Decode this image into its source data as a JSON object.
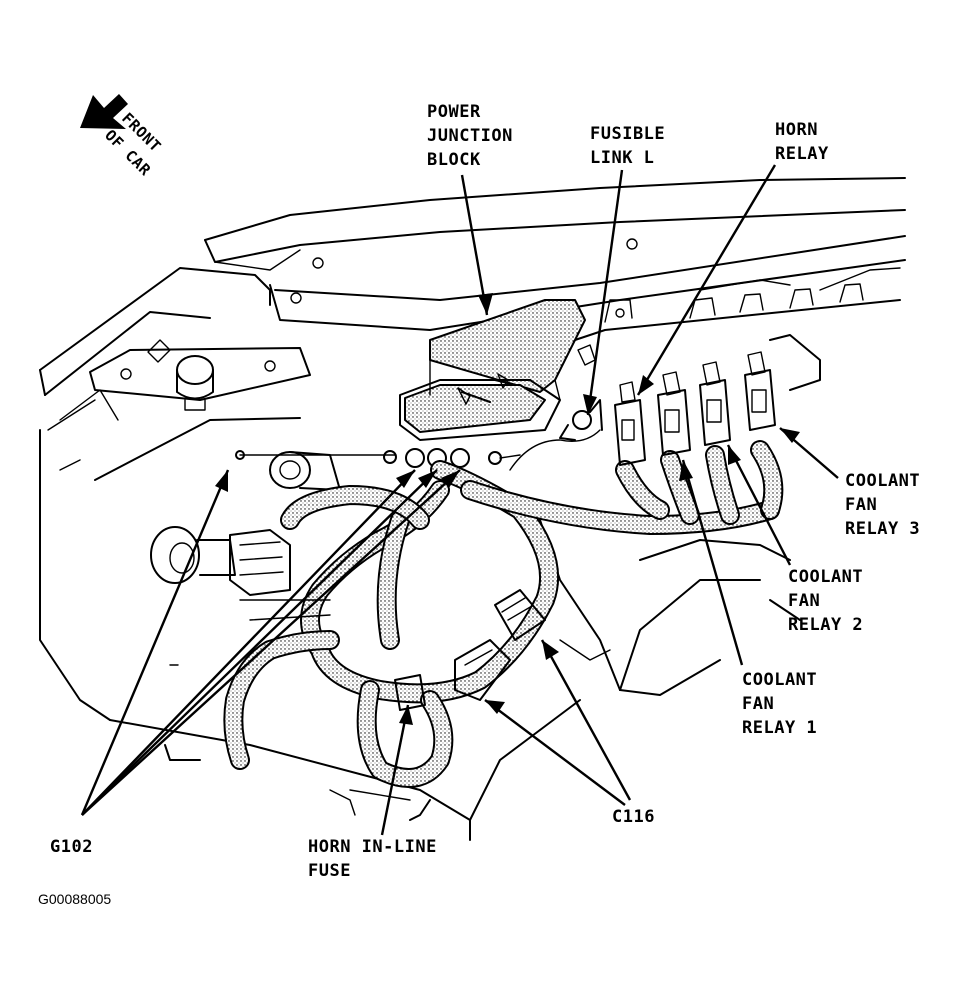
{
  "orientation": {
    "arrow_label_line1": "FRONT",
    "arrow_label_line2": "OF CAR"
  },
  "callouts": {
    "power_junction_block": [
      "POWER",
      "JUNCTION",
      "BLOCK"
    ],
    "fusible_link": [
      "FUSIBLE",
      "LINK L"
    ],
    "horn_relay": [
      "HORN",
      "RELAY"
    ],
    "coolant_fan_relay_3": [
      "COOLANT",
      "FAN",
      "RELAY 3"
    ],
    "coolant_fan_relay_2": [
      "COOLANT",
      "FAN",
      "RELAY 2"
    ],
    "coolant_fan_relay_1": [
      "COOLANT",
      "FAN",
      "RELAY 1"
    ],
    "c116": [
      "C116"
    ],
    "horn_inline_fuse": [
      "HORN IN-LINE",
      "FUSE"
    ],
    "g102": [
      "G102"
    ]
  },
  "figure_code": "G00088005"
}
